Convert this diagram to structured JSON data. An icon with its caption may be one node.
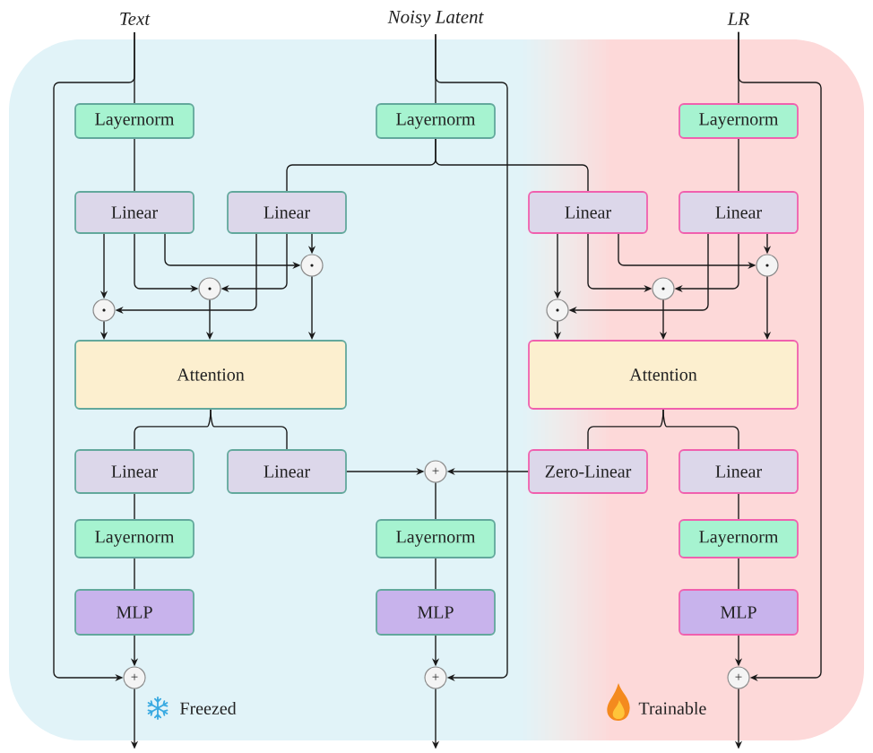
{
  "diagram": {
    "nodes": [
      {
        "text": [
          "Text"
        ]
      },
      {
        "text": [
          "Noisy Latent"
        ]
      },
      {
        "text": [
          "LR"
        ]
      },
      {
        "text": [
          "Layernorm"
        ]
      },
      {
        "text": [
          "Layernorm"
        ]
      },
      {
        "text": [
          "Layernorm"
        ]
      },
      {
        "text": [
          "Linear"
        ]
      },
      {
        "text": [
          "Linear"
        ]
      },
      {
        "text": [
          "Linear"
        ]
      },
      {
        "text": [
          "Linear"
        ]
      },
      {
        "text": [],
        "shape": "circle"
      },
      {
        "text": [],
        "shape": "circle"
      },
      {
        "text": [],
        "shape": "circle"
      },
      {
        "text": [],
        "shape": "circle"
      },
      {
        "text": [],
        "shape": "circle"
      },
      {
        "text": [],
        "shape": "circle"
      },
      {
        "text": [
          "Attention"
        ]
      },
      {
        "text": [
          "Attention"
        ]
      },
      {
        "text": [
          "Linear"
        ]
      },
      {
        "text": [
          "Linear"
        ]
      },
      {
        "text": [
          "+"
        ]
      },
      {
        "text": [
          "Zero-Linear"
        ]
      },
      {
        "text": [
          "Linear"
        ]
      },
      {
        "text": [
          "Layernorm"
        ]
      },
      {
        "text": [
          "Layernorm"
        ]
      },
      {
        "text": [
          "Layernorm"
        ]
      },
      {
        "text": [
          "MLP"
        ]
      },
      {
        "text": [
          "MLP"
        ]
      },
      {
        "text": [
          "MLP"
        ]
      },
      {
        "text": [
          "+"
        ]
      },
      {
        "text": [
          "+"
        ]
      },
      {
        "text": [
          "+"
        ]
      }
    ],
    "edges": [
      {
        "from": 0,
        "to": 3,
        "arrow": "none"
      },
      {
        "from": 0,
        "to": 29,
        "arrow": "to"
      },
      {
        "from": 1,
        "to": 4,
        "arrow": "none"
      },
      {
        "from": 1,
        "to": 30,
        "arrow": "to"
      },
      {
        "from": 2,
        "to": 5,
        "arrow": "none"
      },
      {
        "from": 2,
        "to": 31,
        "arrow": "to"
      },
      {
        "from": 3,
        "to": 6,
        "arrow": "none"
      },
      {
        "from": 4,
        "to": 7,
        "arrow": "none"
      },
      {
        "from": 4,
        "to": 8,
        "arrow": "none"
      },
      {
        "from": 5,
        "to": 9,
        "arrow": "none"
      },
      {
        "from": 6,
        "to": 14,
        "arrow": "to"
      },
      {
        "from": 6,
        "to": 12,
        "arrow": "to"
      },
      {
        "from": 6,
        "to": 10,
        "arrow": "to"
      },
      {
        "from": 7,
        "to": 14,
        "arrow": "to"
      },
      {
        "from": 7,
        "to": 12,
        "arrow": "to"
      },
      {
        "from": 7,
        "to": 10,
        "arrow": "to"
      },
      {
        "from": 8,
        "to": 15,
        "arrow": "to"
      },
      {
        "from": 8,
        "to": 13,
        "arrow": "to"
      },
      {
        "from": 8,
        "to": 11,
        "arrow": "to"
      },
      {
        "from": 9,
        "to": 15,
        "arrow": "to"
      },
      {
        "from": 9,
        "to": 13,
        "arrow": "to"
      },
      {
        "from": 9,
        "to": 11,
        "arrow": "to"
      },
      {
        "from": 14,
        "to": 16,
        "arrow": "to"
      },
      {
        "from": 12,
        "to": 16,
        "arrow": "to"
      },
      {
        "from": 10,
        "to": 16,
        "arrow": "to"
      },
      {
        "from": 15,
        "to": 17,
        "arrow": "to"
      },
      {
        "from": 13,
        "to": 17,
        "arrow": "to"
      },
      {
        "from": 11,
        "to": 17,
        "arrow": "to"
      },
      {
        "from": 16,
        "to": 18,
        "arrow": "none"
      },
      {
        "from": 16,
        "to": 19,
        "arrow": "none"
      },
      {
        "from": 17,
        "to": 21,
        "arrow": "none"
      },
      {
        "from": 17,
        "to": 22,
        "arrow": "none"
      },
      {
        "from": 19,
        "to": 20,
        "arrow": "to"
      },
      {
        "from": 21,
        "to": 20,
        "arrow": "to"
      },
      {
        "from": 18,
        "to": 23,
        "arrow": "none"
      },
      {
        "from": 23,
        "to": 26,
        "arrow": "none"
      },
      {
        "from": 26,
        "to": 29,
        "arrow": "to"
      },
      {
        "from": 20,
        "to": 24,
        "arrow": "none"
      },
      {
        "from": 24,
        "to": 27,
        "arrow": "none"
      },
      {
        "from": 27,
        "to": 30,
        "arrow": "to"
      },
      {
        "from": 22,
        "to": 25,
        "arrow": "none"
      },
      {
        "from": 25,
        "to": 28,
        "arrow": "none"
      },
      {
        "from": 28,
        "to": 31,
        "arrow": "to"
      },
      {
        "from": 29,
        "to": null,
        "arrow": "to"
      },
      {
        "from": 30,
        "to": null,
        "arrow": "to"
      },
      {
        "from": 31,
        "to": null,
        "arrow": "to"
      }
    ],
    "labels": [
      "Freezed",
      "Trainable"
    ]
  }
}
